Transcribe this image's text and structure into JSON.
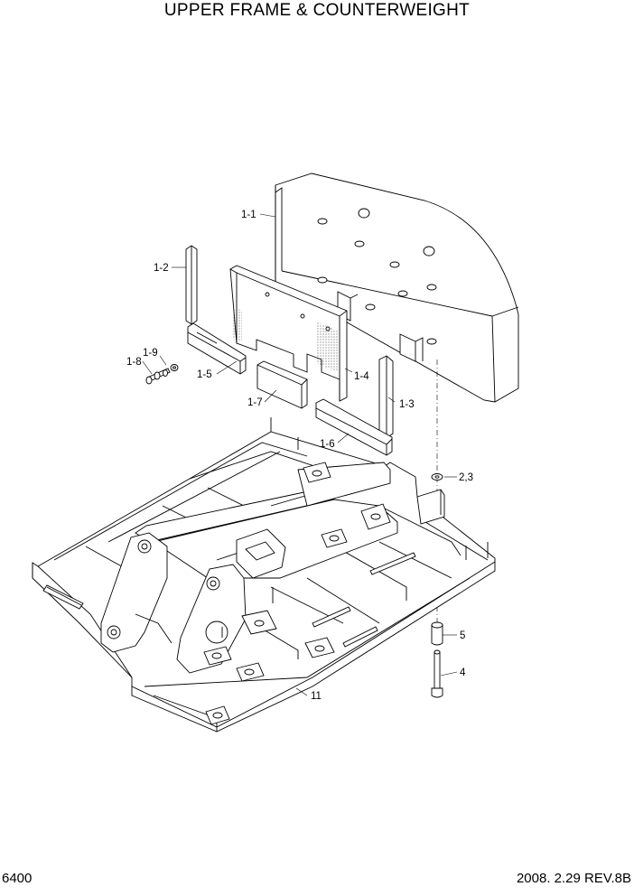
{
  "header": {
    "title": "UPPER FRAME & COUNTERWEIGHT"
  },
  "footer": {
    "page_number": "6400",
    "revision": "2008. 2.29  REV.8B"
  },
  "callouts": {
    "c1_1": "1-1",
    "c1_2": "1-2",
    "c1_3": "1-3",
    "c1_4": "1-4",
    "c1_5": "1-5",
    "c1_6": "1-6",
    "c1_7": "1-7",
    "c1_8": "1-8",
    "c1_9": "1-9",
    "c2_3": "2,3",
    "c4": "4",
    "c5": "5",
    "c11": "11"
  }
}
